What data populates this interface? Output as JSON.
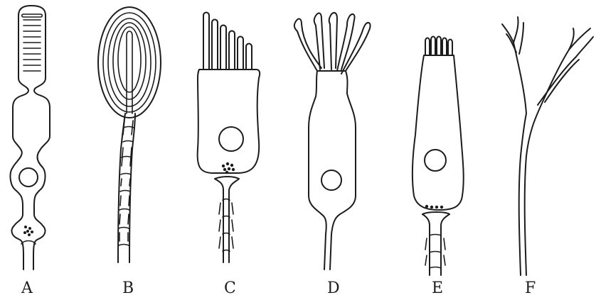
{
  "cells": [
    {
      "id": "A",
      "label": "A"
    },
    {
      "id": "B",
      "label": "B"
    },
    {
      "id": "C",
      "label": "C"
    },
    {
      "id": "D",
      "label": "D"
    },
    {
      "id": "E",
      "label": "E"
    },
    {
      "id": "F",
      "label": "F"
    }
  ],
  "colors": {
    "ink": "#1c1c1c",
    "background": "#ffffff"
  }
}
